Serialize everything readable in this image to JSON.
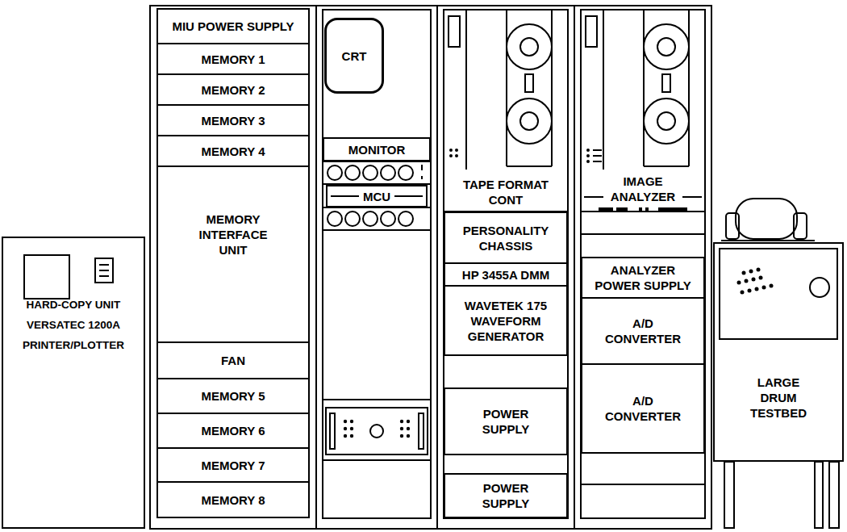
{
  "diagram": {
    "nodes": [
      {
        "text": [
          "HARD-COPY UNIT VERSATEC 1200A PRINTER/PLOTTER"
        ]
      },
      {
        "text": [
          "MIU POWER SUPPLY"
        ]
      },
      {
        "text": [
          "MEMORY 1"
        ]
      },
      {
        "text": [
          "MEMORY 2"
        ]
      },
      {
        "text": [
          "MEMORY 3"
        ]
      },
      {
        "text": [
          "MEMORY 4"
        ]
      },
      {
        "text": [
          "MEMORY INTERFACE UNIT"
        ]
      },
      {
        "text": [
          "FAN"
        ]
      },
      {
        "text": [
          "MEMORY 5"
        ]
      },
      {
        "text": [
          "MEMORY 6"
        ]
      },
      {
        "text": [
          "MEMORY 7"
        ]
      },
      {
        "text": [
          "MEMORY 8"
        ]
      },
      {
        "text": [
          "CRT"
        ]
      },
      {
        "text": [
          "MONITOR"
        ]
      },
      {
        "text": [
          "MCU"
        ]
      },
      {
        "text": [
          "TAPE FORMAT CONT"
        ]
      },
      {
        "text": [
          "PERSONALITY CHASSIS"
        ]
      },
      {
        "text": [
          "HP 3455A DMM"
        ]
      },
      {
        "text": [
          "WAVETEK 175 WAVEFORM GENERATOR"
        ]
      },
      {
        "text": [
          "POWER SUPPLY"
        ]
      },
      {
        "text": [
          "POWER SUPPLY"
        ]
      },
      {
        "text": [
          "IMAGE ANALYZER"
        ]
      },
      {
        "text": [
          "ANALYZER POWER SUPPLY"
        ]
      },
      {
        "text": [
          "A/D CONVERTER"
        ]
      },
      {
        "text": [
          "A/D CONVERTER"
        ]
      },
      {
        "text": [
          "LARGE DRUM TESTBED"
        ]
      }
    ]
  }
}
